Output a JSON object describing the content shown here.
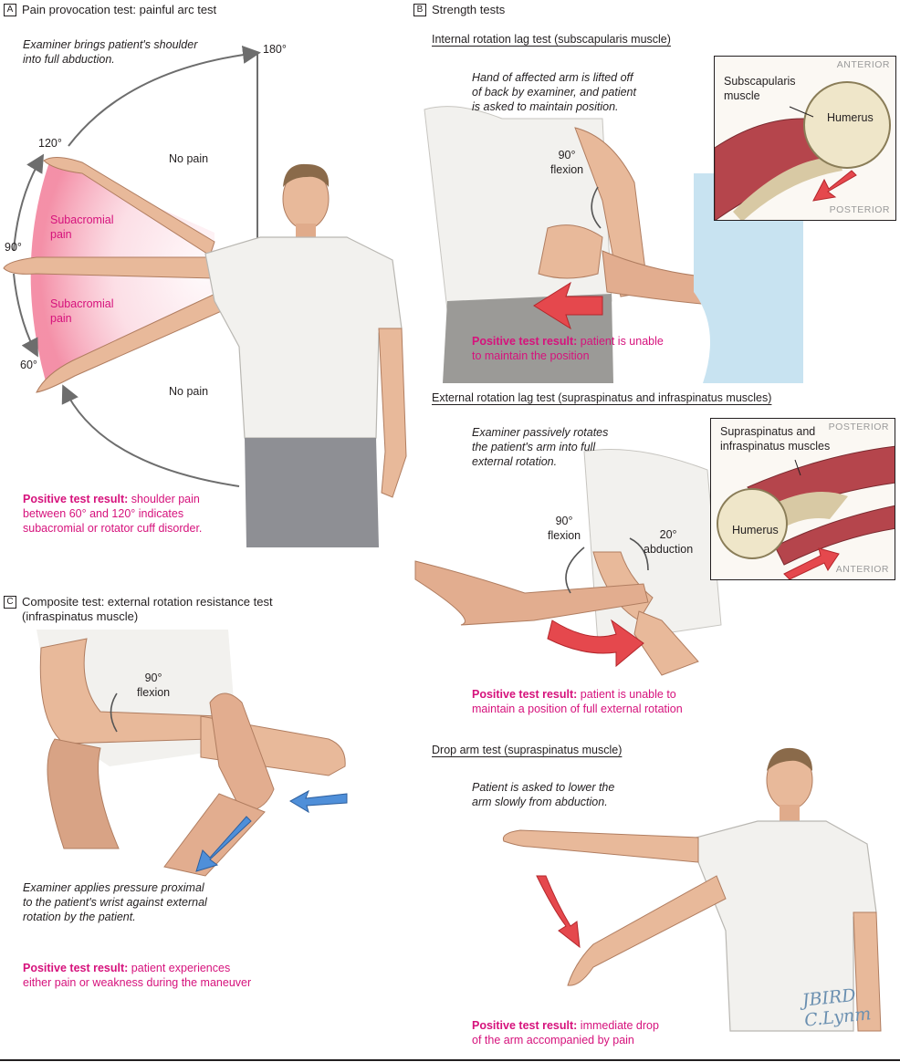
{
  "panel_a": {
    "letter": "A",
    "title": "Pain provocation test: painful arc test",
    "instruction": "Examiner brings patient's shoulder\ninto full abduction.",
    "angle_180": "180°",
    "angle_120": "120°",
    "angle_90": "90°",
    "angle_60": "60°",
    "no_pain_top": "No pain",
    "no_pain_bottom": "No pain",
    "subacromial_upper": "Subacromial\npain",
    "subacromial_lower": "Subacromial\npain",
    "result_label": "Positive test result:",
    "result_text": " shoulder pain\nbetween 60° and 120° indicates\nsubacromial or rotator cuff disorder."
  },
  "panel_b": {
    "letter": "B",
    "title": "Strength tests",
    "internal": {
      "title": "Internal rotation lag test (subscapularis muscle)",
      "instruction": "Hand of affected arm is lifted off\nof back by examiner, and patient\nis asked to maintain position.",
      "flexion": "90°\nflexion",
      "result_label": "Positive test result:",
      "result_text": " patient is unable\nto maintain the position",
      "inset": {
        "tag_top": "ANTERIOR",
        "tag_bottom": "POSTERIOR",
        "muscle": "Subscapularis\nmuscle",
        "bone": "Humerus"
      }
    },
    "external": {
      "title": "External rotation lag test (supraspinatus and infraspinatus muscles)",
      "instruction": "Examiner passively rotates\nthe patient's arm into full\nexternal rotation.",
      "flexion": "90°\nflexion",
      "abduction": "20°\nabduction",
      "result_label": "Positive test result:",
      "result_text": "  patient is unable to\nmaintain a position of full external rotation",
      "inset": {
        "tag_top": "POSTERIOR",
        "tag_bottom": "ANTERIOR",
        "muscle": "Supraspinatus and\ninfraspinatus muscles",
        "bone": "Humerus"
      }
    },
    "drop": {
      "title": "Drop arm test (supraspinatus muscle)",
      "instruction": "Patient is asked to lower the\narm slowly from abduction.",
      "result_label": "Positive test result:",
      "result_text": "  immediate drop\nof the arm accompanied by pain",
      "signature": "JBIRD\nC.Lynm"
    }
  },
  "panel_c": {
    "letter": "C",
    "title": "Composite test: external rotation resistance test\n(infraspinatus muscle)",
    "flexion": "90°\nflexion",
    "instruction": "Examiner applies pressure proximal\nto the patient's wrist against external\nrotation by the patient.",
    "result_label": "Positive test result:",
    "result_text": " patient experiences\neither pain or weakness during the maneuver"
  },
  "colors": {
    "accent_pink": "#d6127c",
    "text": "#231f20",
    "skin": "#e8b99a",
    "shirt": "#f2f1ee",
    "pants": "#8e8f94",
    "muscle": "#b5454c",
    "bone": "#efe6c9",
    "arrow_red": "#e5484d",
    "arrow_blue": "#4f8fd9",
    "pain_zone": "#f6a3b8"
  },
  "icons": [
    "curved-arrow-icon",
    "red-arrow-icon",
    "blue-arrow-icon"
  ]
}
